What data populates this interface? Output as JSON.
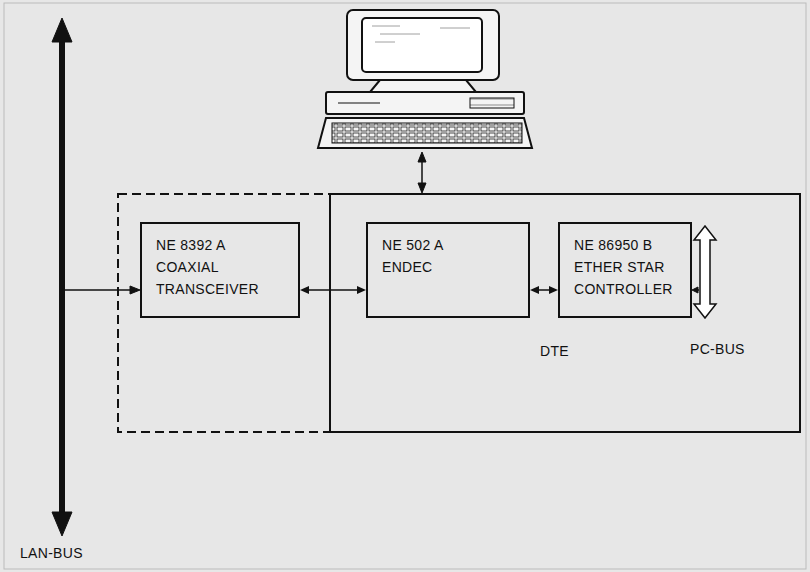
{
  "diagram": {
    "nodes": [
      {
        "text": [
          "NE 8392 A",
          "COAXIAL TRANSCEIVER"
        ]
      },
      {
        "text": [
          "NE 502 A",
          "ENDEC"
        ]
      },
      {
        "text": [
          "NE 86950 B",
          "ETHER STAR CONTROLLER"
        ]
      }
    ],
    "edges": [
      {
        "from": 0,
        "to": 1,
        "arrow": "both"
      },
      {
        "from": 1,
        "to": 2,
        "arrow": "both"
      }
    ],
    "labels": [
      "DTE",
      "PC-BUS",
      "LAN-BUS"
    ]
  }
}
